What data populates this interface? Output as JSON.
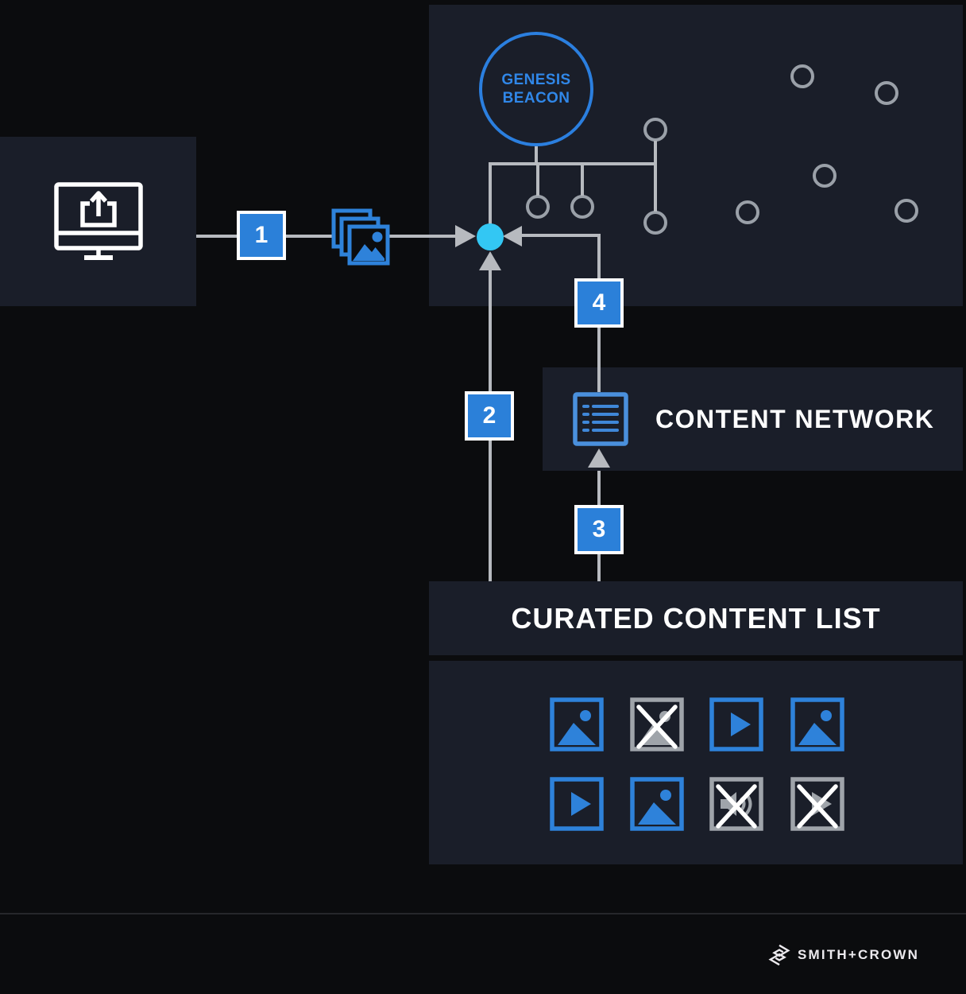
{
  "beacon": {
    "line1": "GENESIS",
    "line2": "BEACON"
  },
  "steps": [
    {
      "label": "1"
    },
    {
      "label": "2"
    },
    {
      "label": "3"
    },
    {
      "label": "4"
    }
  ],
  "network": {
    "title": "CONTENT NETWORK",
    "icon": "list-icon"
  },
  "curated": {
    "title": "CURATED CONTENT LIST",
    "items": [
      {
        "type": "image"
      },
      {
        "type": "image-rejected"
      },
      {
        "type": "video"
      },
      {
        "type": "image"
      },
      {
        "type": "video"
      },
      {
        "type": "image"
      },
      {
        "type": "audio-rejected"
      },
      {
        "type": "video-rejected"
      }
    ]
  },
  "source": {
    "icon": "monitor-upload-icon"
  },
  "payload": {
    "icon": "image-stack-icon"
  },
  "footer": {
    "brand": "SMITH+CROWN",
    "icon": "smith-crown-logo"
  },
  "colors": {
    "accent_blue": "#2b80d9",
    "beacon_blue": "#3087e8",
    "cyan_dot": "#33c7f3",
    "line_gray": "#b7babf",
    "node_gray": "#9aa0a8",
    "rejected_gray": "#9fa4aa",
    "panel_bg": "#1a1e29",
    "page_bg": "#0b0c0e"
  }
}
